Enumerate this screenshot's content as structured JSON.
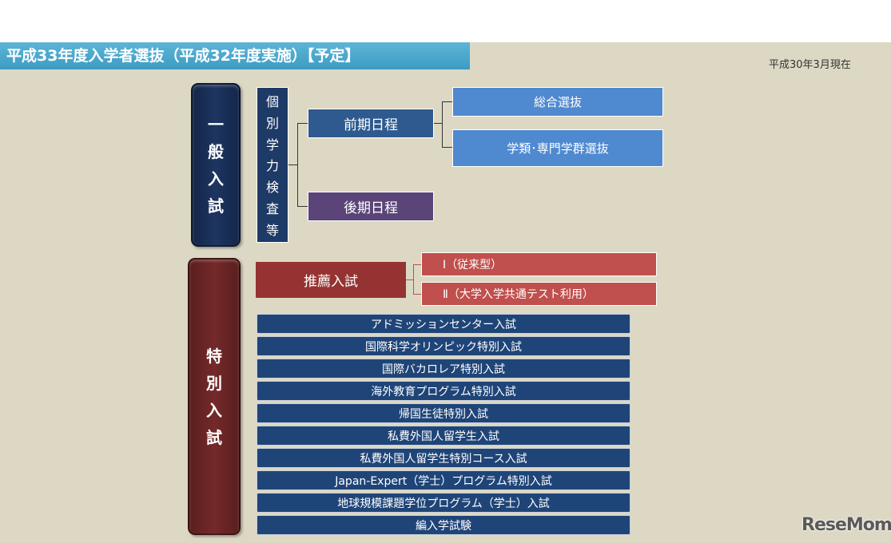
{
  "header": {
    "title": "平成33年度入学者選抜（平成32年度実施）【予定】",
    "as_of": "平成30年3月現在"
  },
  "general": {
    "pillar_chars": [
      "一",
      "般",
      "入",
      "試"
    ],
    "vertical_box_chars": [
      "個",
      "別",
      "学",
      "力",
      "検",
      "査",
      "等"
    ],
    "zenki": "前期日程",
    "koki": "後期日程",
    "zenki_children": [
      "総合選抜",
      "学類･専門学群選抜"
    ]
  },
  "special": {
    "pillar_chars": [
      "特",
      "別",
      "入",
      "試"
    ],
    "suisen": "推薦入試",
    "suisen_children": [
      "Ⅰ（従来型）",
      "Ⅱ（大学入学共通テスト利用）"
    ],
    "items": [
      "アドミッションセンター入試",
      "国際科学オリンピック特別入試",
      "国際バカロレア特別入試",
      "海外教育プログラム特別入試",
      "帰国生徒特別入試",
      "私費外国人留学生入試",
      "私費外国人留学生特別コース入試",
      "Japan-Expert（学士）プログラム特別入試",
      "地球規模課題学位プログラム（学士）入試",
      "編入学試験"
    ]
  },
  "colors": {
    "background": "#ddd8c4",
    "title_bar": "#3d9bc3",
    "general_pillar": "#1d3560",
    "special_pillar": "#74292a",
    "zenki": "#2e5a8f",
    "koki": "#5a4478",
    "selection": "#4f89d0",
    "suisen": "#953332",
    "suisen_child": "#c0504d",
    "special_item": "#1f4578"
  },
  "logo": "ReseMom"
}
